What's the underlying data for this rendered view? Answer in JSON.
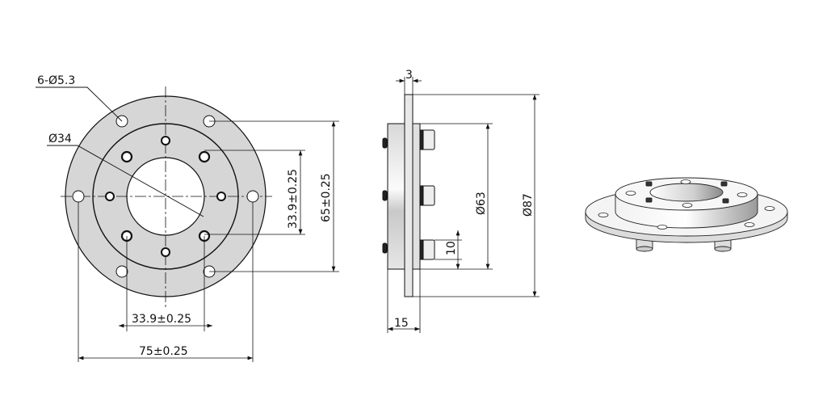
{
  "drawing": {
    "front_view": {
      "labels": {
        "hole_callout": "6-Ø5.3",
        "bore_dia": "Ø34",
        "inner_pcd_vertical": "33.9±0.25",
        "outer_pcd_vertical": "65±0.25",
        "inner_pcd_horizontal": "33.9±0.25",
        "outer_width": "75±0.25"
      },
      "colors": {
        "plate_fill": "#d6d6d6",
        "line": "#111111"
      }
    },
    "side_view": {
      "labels": {
        "flange_thickness": "3",
        "hub_dia": "Ø63",
        "flange_dia": "Ø87",
        "bolt_height": "10",
        "total_depth": "15"
      }
    },
    "iso_view": {
      "description": "isometric-flange-render"
    }
  }
}
